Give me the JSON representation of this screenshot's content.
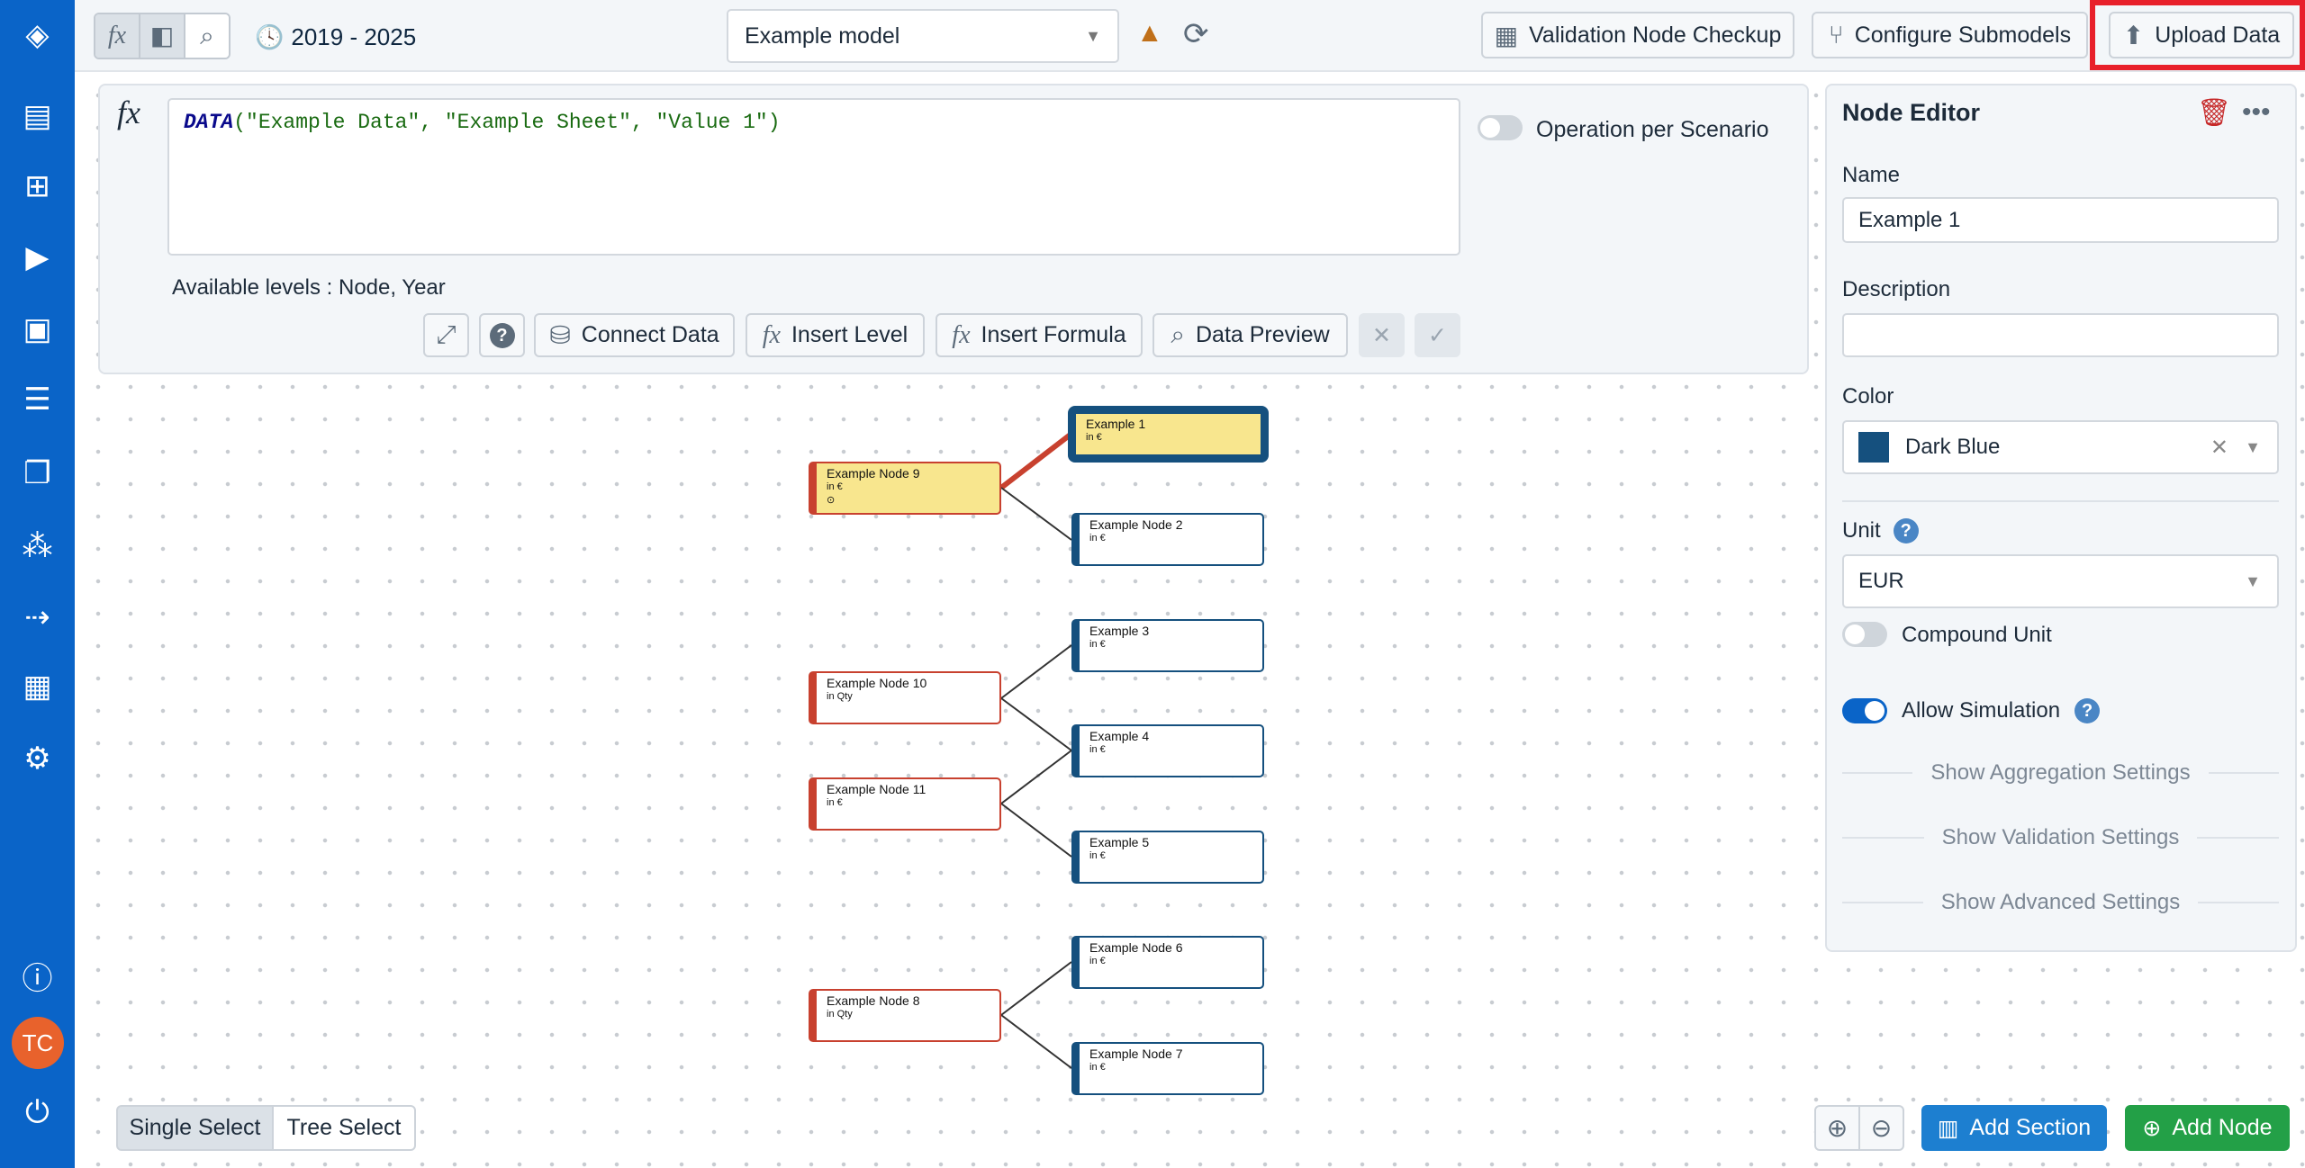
{
  "sidebar": {
    "items": [
      "layers-icon",
      "archive-icon",
      "sitemap-icon",
      "play-icon",
      "presentation-icon",
      "sliders-icon",
      "copy-icon",
      "network-icon",
      "arrow-icon",
      "grid-icon",
      "gear-icon"
    ],
    "bottom": [
      "help-icon",
      "power-icon"
    ],
    "avatar": "TC",
    "color": "#0a64c8"
  },
  "topbar": {
    "date_range": "2019 - 2025",
    "model": "Example model",
    "validation_btn": "Validation Node Checkup",
    "configure_btn": "Configure Submodels",
    "upload_btn": "Upload Data",
    "highlight_color": "#e8202a"
  },
  "formula": {
    "fx": "fx",
    "func": "DATA",
    "args": "(\"Example Data\", \"Example Sheet\", \"Value 1\")",
    "operation_toggle": "Operation per Scenario",
    "operation_on": false,
    "available_levels": "Available levels : Node, Year",
    "buttons": {
      "connect": "Connect Data",
      "insert_level": "Insert Level",
      "insert_formula": "Insert Formula",
      "preview": "Data Preview"
    }
  },
  "editor": {
    "title": "Node Editor",
    "name_label": "Name",
    "name_value": "Example 1",
    "description_label": "Description",
    "description_value": "",
    "color_label": "Color",
    "color_value": "Dark Blue",
    "color_hex": "#15507e",
    "unit_label": "Unit",
    "unit_value": "EUR",
    "compound_label": "Compound Unit",
    "compound_on": false,
    "simulation_label": "Allow Simulation",
    "simulation_on": true,
    "aggregation": "Show Aggregation Settings",
    "validation": "Show Validation Settings",
    "advanced": "Show Advanced Settings"
  },
  "nodes": [
    {
      "name": "Example Node 9",
      "unit": "in €"
    },
    {
      "name": "Example 1",
      "unit": "in €"
    },
    {
      "name": "Example Node 2",
      "unit": "in €"
    },
    {
      "name": "Example 3",
      "unit": "in €"
    },
    {
      "name": "Example Node 10",
      "unit": "in Qty"
    },
    {
      "name": "Example 4",
      "unit": "in €"
    },
    {
      "name": "Example Node 11",
      "unit": "in €"
    },
    {
      "name": "Example 5",
      "unit": "in €"
    },
    {
      "name": "Example Node 6",
      "unit": "in €"
    },
    {
      "name": "Example Node 8",
      "unit": "in Qty"
    },
    {
      "name": "Example Node 7",
      "unit": "in €"
    }
  ],
  "bottom": {
    "single_select": "Single Select",
    "tree_select": "Tree Select",
    "add_section": "Add Section",
    "add_node": "Add Node"
  }
}
